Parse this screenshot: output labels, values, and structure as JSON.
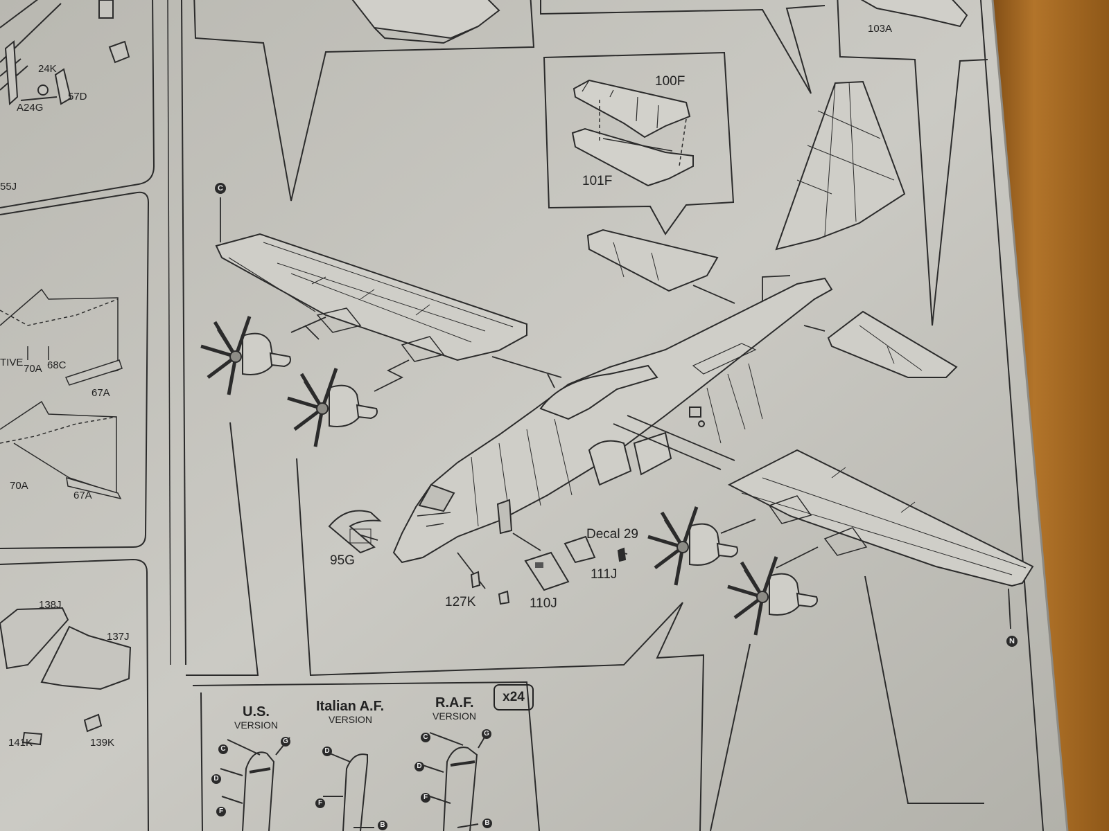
{
  "part_labels": {
    "top_left_24k": "24K",
    "top_left_57d": "57D",
    "top_left_a24g": "A24G",
    "top_left_55j": "55J",
    "left_tive": "TIVE",
    "left_70a_upper": "70A",
    "left_68c": "68C",
    "left_67a_upper": "67A",
    "left_70a_lower": "70A",
    "left_67a_lower": "67A",
    "left_138j": "138J",
    "left_137j": "137J",
    "left_141k": "141K",
    "left_139k": "139K",
    "inset_100f": "100F",
    "inset_101f": "101F",
    "top_right_103a": "103A",
    "part_95g": "95G",
    "part_127k": "127K",
    "part_110j": "110J",
    "part_111j": "111J",
    "decal": "Decal 29"
  },
  "callout_letters": {
    "wing_left_tip": "C",
    "wing_right_tip": "N"
  },
  "versions": {
    "multiplier": "x24",
    "us": {
      "title": "U.S.",
      "subtitle": "VERSION",
      "letters": [
        "C",
        "G",
        "D",
        "F"
      ]
    },
    "italian": {
      "title": "Italian A.F.",
      "subtitle": "VERSION",
      "letters": [
        "D",
        "F",
        "B"
      ]
    },
    "raf": {
      "title": "R.A.F.",
      "subtitle": "VERSION",
      "letters": [
        "C",
        "G",
        "D",
        "F",
        "B"
      ]
    }
  },
  "colors": {
    "paper": "#c9c8c2",
    "ink": "#2b2b2b",
    "wood": "#a3671f"
  }
}
